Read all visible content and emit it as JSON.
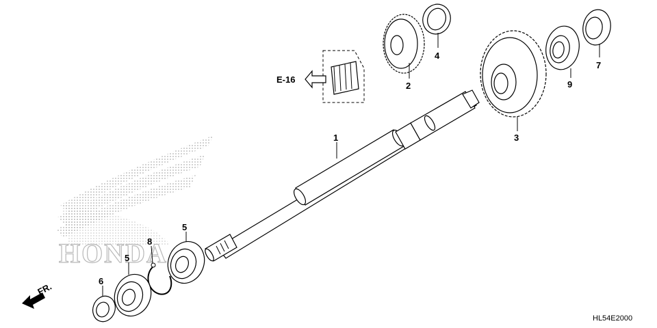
{
  "diagram": {
    "reference": "E-16",
    "direction_label": "FR.",
    "watermark": "HONDA",
    "drawing_code": "HL54E2000",
    "callouts": [
      "1",
      "2",
      "3",
      "4",
      "5",
      "5",
      "6",
      "7",
      "8",
      "9"
    ]
  },
  "colors": {
    "line": "#000000",
    "watermark": "#b8b8b8",
    "background": "#ffffff"
  }
}
